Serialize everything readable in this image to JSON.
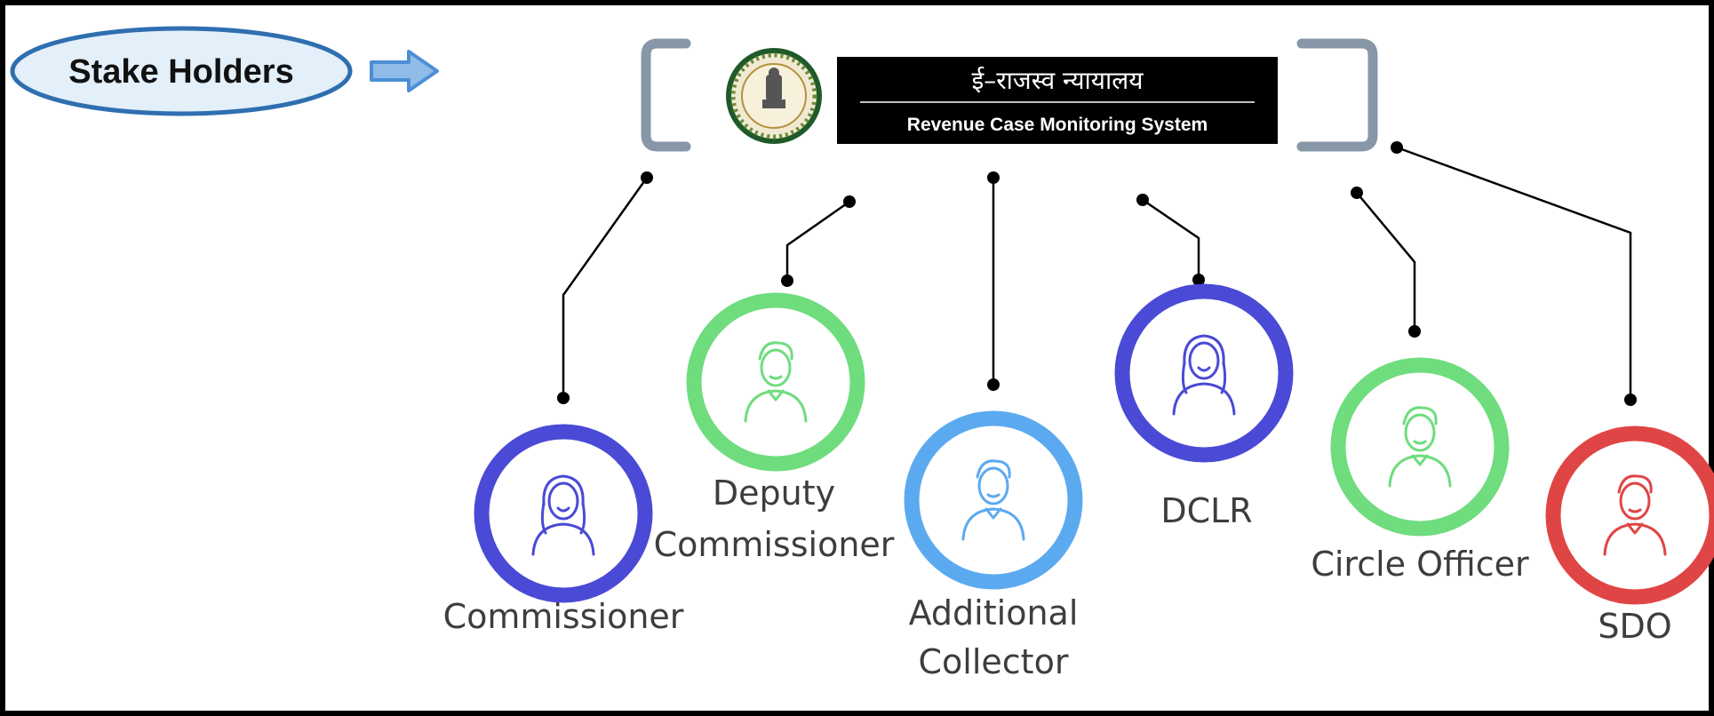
{
  "stakeholders_label": "Stake Holders",
  "banner": {
    "title": "ई–राजस्व न्यायालय",
    "subtitle": "Revenue Case Monitoring System",
    "emblem_icon": "government-emblem-seal-icon"
  },
  "roles": [
    {
      "id": "commissioner",
      "lines": [
        "Commissioner"
      ],
      "ring_color": "#4a4ad6",
      "icon": "woman-avatar-icon"
    },
    {
      "id": "deputy-commissioner",
      "lines": [
        "Deputy",
        "Commissioner"
      ],
      "ring_color": "#6fdc7e",
      "icon": "man-avatar-icon"
    },
    {
      "id": "additional-collector",
      "lines": [
        "Additional",
        "Collector"
      ],
      "ring_color": "#5baaf0",
      "icon": "man-avatar-icon"
    },
    {
      "id": "dclr",
      "lines": [
        "DCLR"
      ],
      "ring_color": "#4a4ad6",
      "icon": "woman-avatar-icon"
    },
    {
      "id": "circle-officer",
      "lines": [
        "Circle Officer"
      ],
      "ring_color": "#6fdc7e",
      "icon": "man-avatar-icon"
    },
    {
      "id": "sdo",
      "lines": [
        "SDO"
      ],
      "ring_color": "#e04545",
      "icon": "man-avatar-icon"
    }
  ],
  "colors": {
    "frame": "#000000",
    "bracket": "#8797a8",
    "oval_fill": "#e3eff9",
    "oval_stroke": "#2f6fb0",
    "arrow": "#4c8fd6",
    "banner_bg": "#000000",
    "connector": "#000000"
  }
}
